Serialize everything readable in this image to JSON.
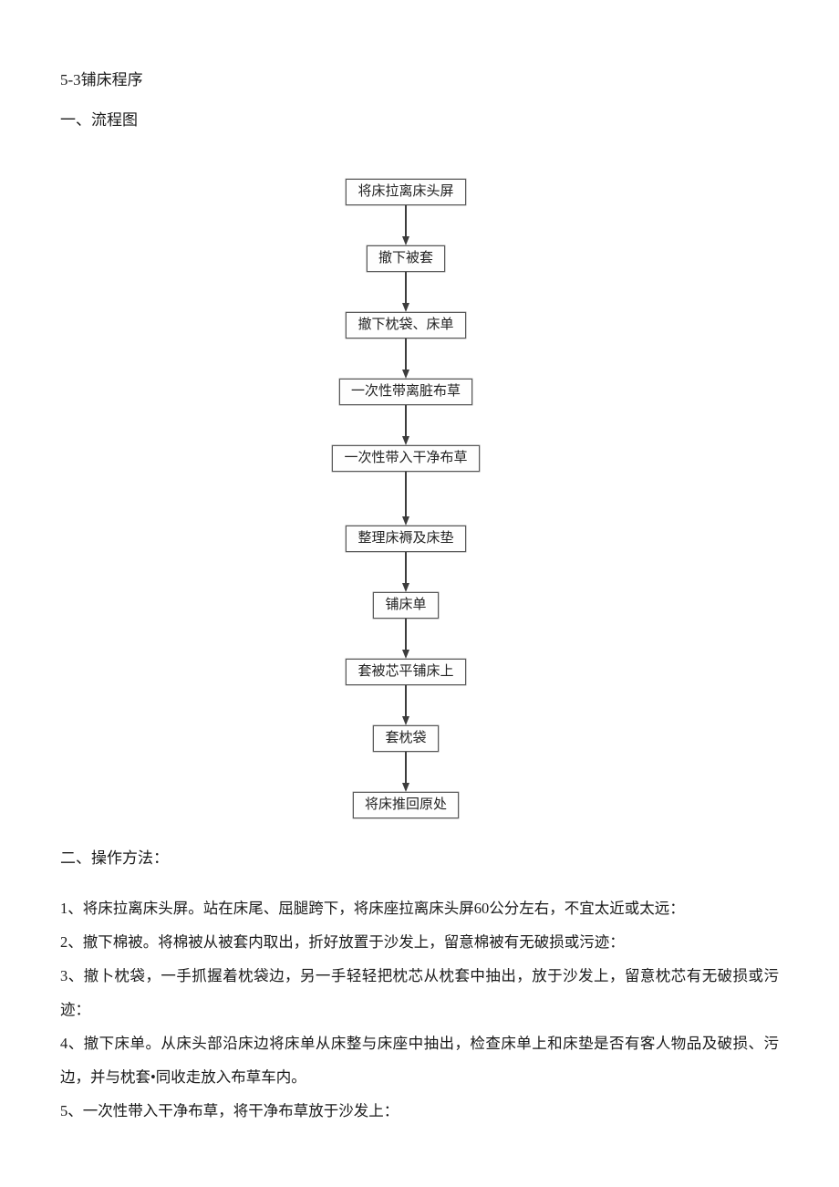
{
  "page": {
    "title": "5-3铺床程序",
    "section1_heading": "一、流程图",
    "section2_heading": "二、操作方法："
  },
  "flowchart": {
    "steps": [
      {
        "label": "将床拉离床头屏"
      },
      {
        "label": "撤下被套"
      },
      {
        "label": "撤下枕袋、床单"
      },
      {
        "label": "一次性带离脏布草"
      },
      {
        "label": "一次性带入干净布草"
      },
      {
        "label": "整理床褥及床垫"
      },
      {
        "label": "铺床单"
      },
      {
        "label": "套被芯平铺床上"
      },
      {
        "label": "套枕袋"
      },
      {
        "label": "将床推回原处"
      }
    ]
  },
  "instructions": [
    "1、将床拉离床头屏。站在床尾、屈腿跨下，将床座拉离床头屏60公分左右，不宜太近或太远：",
    "2、撤下棉被。将棉被从被套内取出，折好放置于沙发上，留意棉被有无破损或污迹：",
    "3、撤卜枕袋，一手抓握着枕袋边，另一手轻轻把枕芯从枕套中抽出，放于沙发上，留意枕芯有无破损或污迹：",
    "4、撤下床单。从床头部沿床边将床单从床整与床座中抽出，检查床单上和床垫是否有客人物品及破损、污边，并与枕套•同收走放入布草车内。",
    "5、一次性带入干净布草，将干净布草放于沙发上："
  ]
}
